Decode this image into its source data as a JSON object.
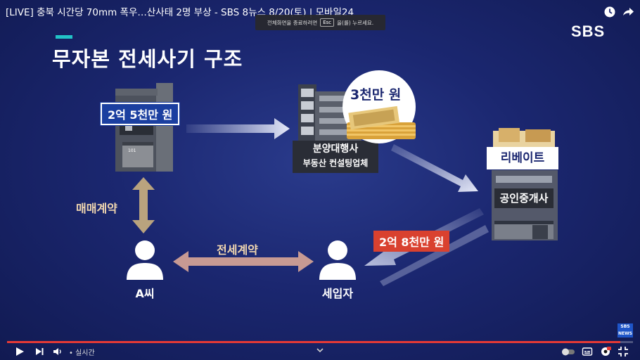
{
  "video": {
    "title": "[LIVE] 충북 시간당 70mm 폭우…산사태 2명 부상 - SBS 8뉴스 8/20(토) | 모바일24",
    "esc_prefix": "전체화면을 종료하려면",
    "esc_key": "Esc",
    "esc_suffix": "을(를) 누르세요.",
    "channel_logo": "SBS",
    "channel_badge": "SBS NEWS",
    "progress": 0.98,
    "live_label": "• 실시간"
  },
  "slide": {
    "title": "무자본 전세사기 구조",
    "amount_purchase": "2억 5천만 원",
    "amount_fee": "3천만 원",
    "amount_jeonse": "2억 8천만 원",
    "building_number": "101",
    "agency_line1": "분양대행사",
    "agency_line2": "부동산 컨설팅업체",
    "rebate_label": "리베이트",
    "broker_label": "공인중개사",
    "sale_contract": "매매계약",
    "jeonse_contract": "전세계약",
    "person_a": "A씨",
    "tenant": "세입자"
  },
  "colors": {
    "accent_teal": "#22c3c7",
    "tag_blue": "#1b3fa0",
    "tag_red": "#d9412f",
    "progress_red": "#e53935"
  }
}
